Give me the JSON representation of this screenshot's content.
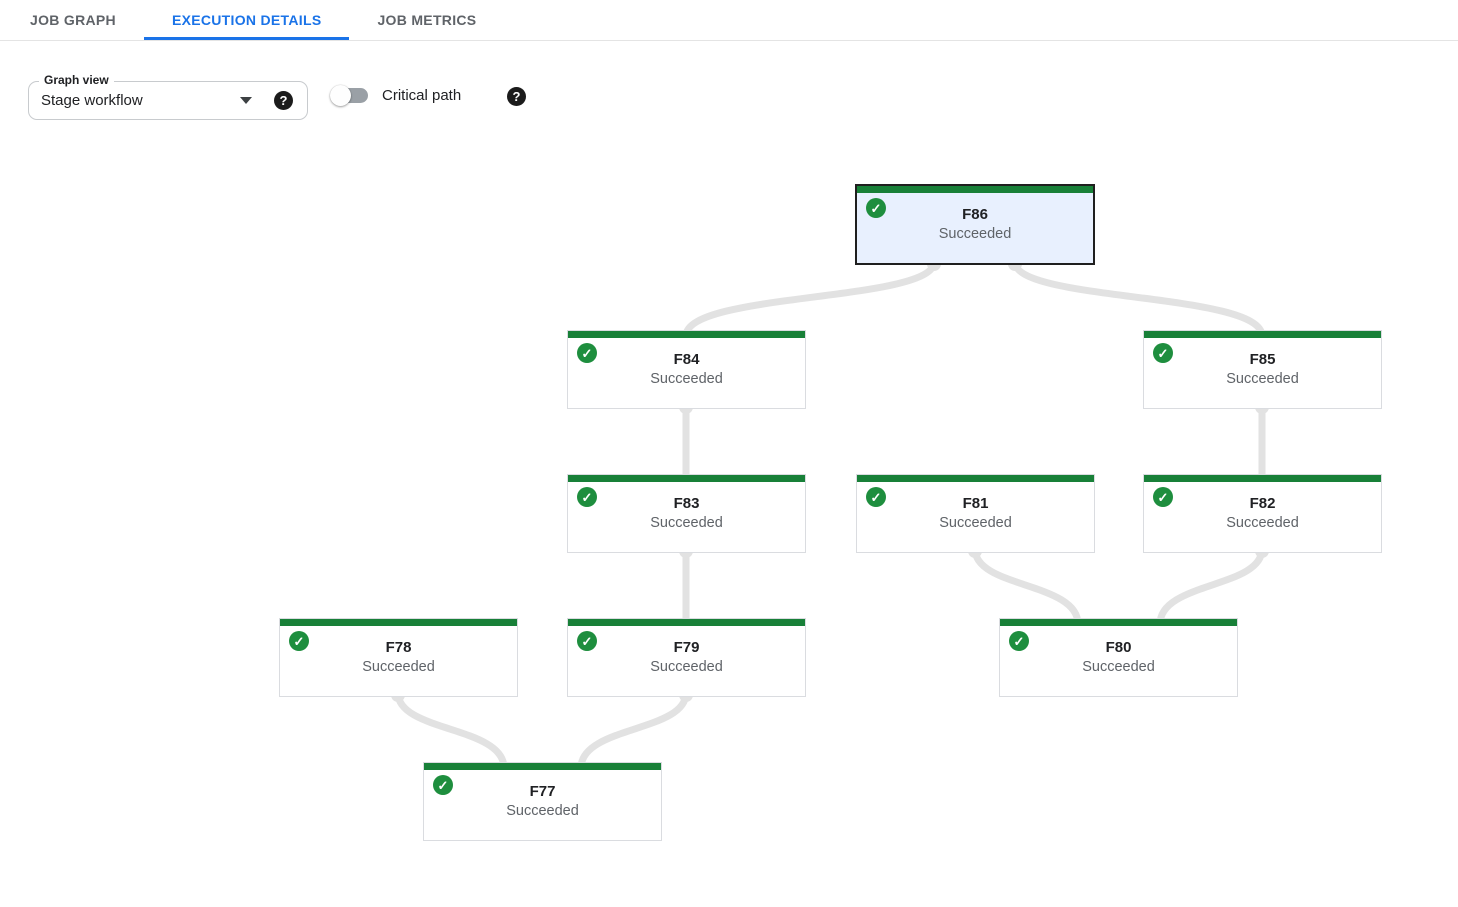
{
  "tabs": [
    {
      "label": "JOB GRAPH",
      "active": false
    },
    {
      "label": "EXECUTION DETAILS",
      "active": true
    },
    {
      "label": "JOB METRICS",
      "active": false
    }
  ],
  "controls": {
    "graph_view_label": "Graph view",
    "graph_view_value": "Stage workflow",
    "critical_path_label": "Critical path",
    "critical_path_state": "off",
    "help_icon_glyph": "?"
  },
  "icons": {
    "check_glyph": "✓"
  },
  "colors": {
    "accent_blue": "#1a73e8",
    "success_bar_green": "#188038",
    "success_icon_green": "#1e8e3e",
    "selected_node_bg": "#e8f0fe",
    "selected_node_border": "#1f1f1f",
    "edge_gray": "#e2e2e2",
    "tab_inactive_text": "#5f6368"
  },
  "graph": {
    "nodes": [
      {
        "id": "F86",
        "status": "Succeeded",
        "selected": true
      },
      {
        "id": "F84",
        "status": "Succeeded",
        "selected": false
      },
      {
        "id": "F85",
        "status": "Succeeded",
        "selected": false
      },
      {
        "id": "F83",
        "status": "Succeeded",
        "selected": false
      },
      {
        "id": "F81",
        "status": "Succeeded",
        "selected": false
      },
      {
        "id": "F82",
        "status": "Succeeded",
        "selected": false
      },
      {
        "id": "F78",
        "status": "Succeeded",
        "selected": false
      },
      {
        "id": "F79",
        "status": "Succeeded",
        "selected": false
      },
      {
        "id": "F80",
        "status": "Succeeded",
        "selected": false
      },
      {
        "id": "F77",
        "status": "Succeeded",
        "selected": false
      }
    ],
    "edges": [
      {
        "from": "F86",
        "to": "F84"
      },
      {
        "from": "F86",
        "to": "F85"
      },
      {
        "from": "F84",
        "to": "F83"
      },
      {
        "from": "F85",
        "to": "F82"
      },
      {
        "from": "F83",
        "to": "F79"
      },
      {
        "from": "F81",
        "to": "F80"
      },
      {
        "from": "F82",
        "to": "F80"
      },
      {
        "from": "F78",
        "to": "F77"
      },
      {
        "from": "F79",
        "to": "F77"
      }
    ]
  }
}
